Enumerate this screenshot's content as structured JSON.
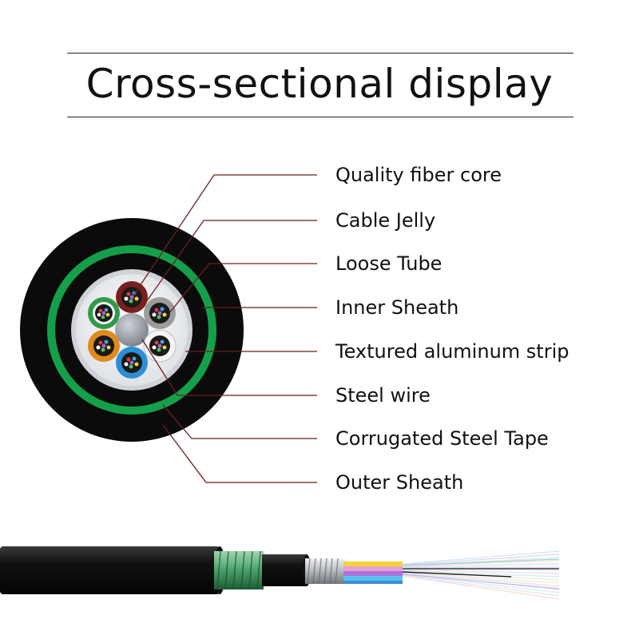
{
  "title": "Cross-sectional display",
  "colors": {
    "outer_sheath": "#0b0b0b",
    "corrugated_steel_tape": "#14a04a",
    "aluminum_strip": "#cfd3d8",
    "cable_jelly": "#f4f4f4",
    "steel_wire": "#9aa0a6",
    "leader_line": "#6e1f1f",
    "tube_colors": [
      "#7a1f1f",
      "#a0a0a0",
      "#f2f2f2",
      "#2b8fd6",
      "#e08a1e",
      "#2f9a4a"
    ]
  },
  "labels": [
    {
      "text": "Quality fiber core"
    },
    {
      "text": "Cable Jelly"
    },
    {
      "text": "Loose Tube"
    },
    {
      "text": "Inner Sheath"
    },
    {
      "text": "Textured aluminum strip"
    },
    {
      "text": "Steel wire"
    },
    {
      "text": "Corrugated Steel Tape"
    },
    {
      "text": "Outer Sheath"
    }
  ]
}
